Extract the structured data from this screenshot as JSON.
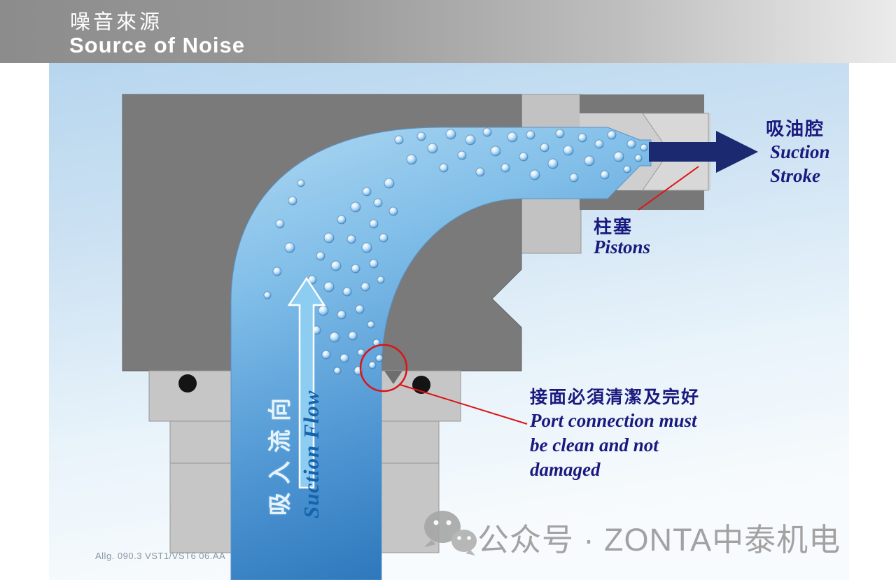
{
  "header": {
    "title_zh": "噪音來源",
    "title_en": "Source of Noise"
  },
  "labels": {
    "suction_stroke_zh": "吸油腔",
    "suction_stroke_en1": "Suction",
    "suction_stroke_en2": "Stroke",
    "pistons_zh": "柱塞",
    "pistons_en": "Pistons",
    "port_zh": "接面必須清潔及完好",
    "port_en1": "Port connection must",
    "port_en2": "be clean and not",
    "port_en3": "damaged",
    "flow_zh": "吸入流向",
    "flow_en": "Suction Flow"
  },
  "footnote": "Allg. 090.3 VST1/VST6 06.AA",
  "watermark": "公众号 · ZONTA中泰机电",
  "colors": {
    "navy_text": "#1a1a7e",
    "annotation_red": "#dc1414",
    "flow_blue_dark": "#2e78bc",
    "flow_blue_light": "#aed8f2",
    "housing_dark": "#7a7a7a",
    "housing_light": "#c6c6c6",
    "suction_arrow_navy": "#1b2a70",
    "flow_arrow_light_blue": "#8ecdf2",
    "background_blue": "#b7d6ee"
  }
}
